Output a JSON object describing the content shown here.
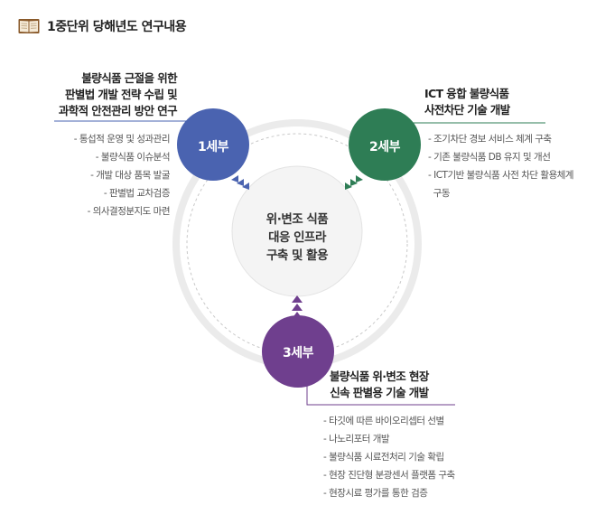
{
  "header": {
    "icon": "book-icon",
    "title": "1중단위 당해년도 연구내용"
  },
  "center": {
    "lines": [
      "위·변조 식품",
      "대응 인프라",
      "구축 및 활용"
    ]
  },
  "sections": [
    {
      "label": "1세부",
      "color": "#4a63b0",
      "heading": [
        "불량식품 근절을 위한",
        "판별법 개발 전략 수립 및",
        "과학적 안전관리 방안 연구"
      ],
      "items": [
        "- 통섭적 운영 및 성과관리",
        "- 불량식품 이슈분석",
        "- 개발 대상 품목 발굴",
        "- 판별법 교차검증",
        "- 의사결정분지도 마련"
      ]
    },
    {
      "label": "2세부",
      "color": "#2e7d55",
      "heading": [
        "ICT 융합 불량식품",
        "사전차단 기술 개발"
      ],
      "items": [
        "- 조기차단 경보 서비스 체계 구축",
        "- 기존 불량식품 DB 유지 및 개선",
        "- ICT기반 불량식품 사전 차단 활용체계",
        "  구동"
      ]
    },
    {
      "label": "3세부",
      "color": "#6f3f8e",
      "heading": [
        "불량식품 위·변조 현장",
        "신속 판별용 기술 개발"
      ],
      "items": [
        "- 타깃에 따른 바이오리셉터 선별",
        "- 나노리포터 개발",
        "- 불량식품 시료전처리 기술 확립",
        "- 현장 진단형 분광센서 플랫폼 구축",
        "- 현장시료 평가를 통한 검증"
      ]
    }
  ]
}
